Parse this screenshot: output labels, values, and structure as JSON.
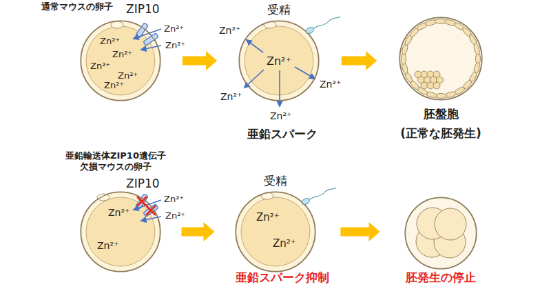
{
  "diagram": {
    "nodes": [
      {
        "text": [
          "Zn²⁺",
          "Zn²⁺",
          "Zn²⁺",
          "Zn²⁺",
          "Zn²⁺"
        ]
      },
      {
        "text": [
          "受精",
          "Zn²⁺"
        ]
      },
      {
        "text": [
          "胚盤胞",
          "(正常な胚発生)"
        ]
      },
      {
        "text": [
          "Zn²⁺",
          "Zn²⁺"
        ]
      },
      {
        "text": [
          "受精",
          "Zn²⁺",
          "Zn²⁺"
        ]
      },
      {
        "text": [
          "胚発生の停止"
        ]
      }
    ],
    "edges": [
      {
        "from": 0,
        "to": 1,
        "arrow": "to"
      },
      {
        "from": 1,
        "to": 2,
        "arrow": "to"
      },
      {
        "from": 3,
        "to": 4,
        "arrow": "to"
      },
      {
        "from": 4,
        "to": 5,
        "arrow": "to"
      }
    ],
    "labels": [
      "通常マウスの卵子",
      "ZIP10",
      "Zn²⁺",
      "Zn²⁺",
      "Zn²⁺",
      "Zn²⁺",
      "Zn²⁺",
      "Zn²⁺",
      "亜鉛スパーク",
      "亜鉛輸送体ZIP10遺伝子 欠損マウスの卵子",
      "ZIP10",
      "Zn²⁺",
      "Zn²⁺",
      "亜鉛スパーク抑制"
    ]
  }
}
